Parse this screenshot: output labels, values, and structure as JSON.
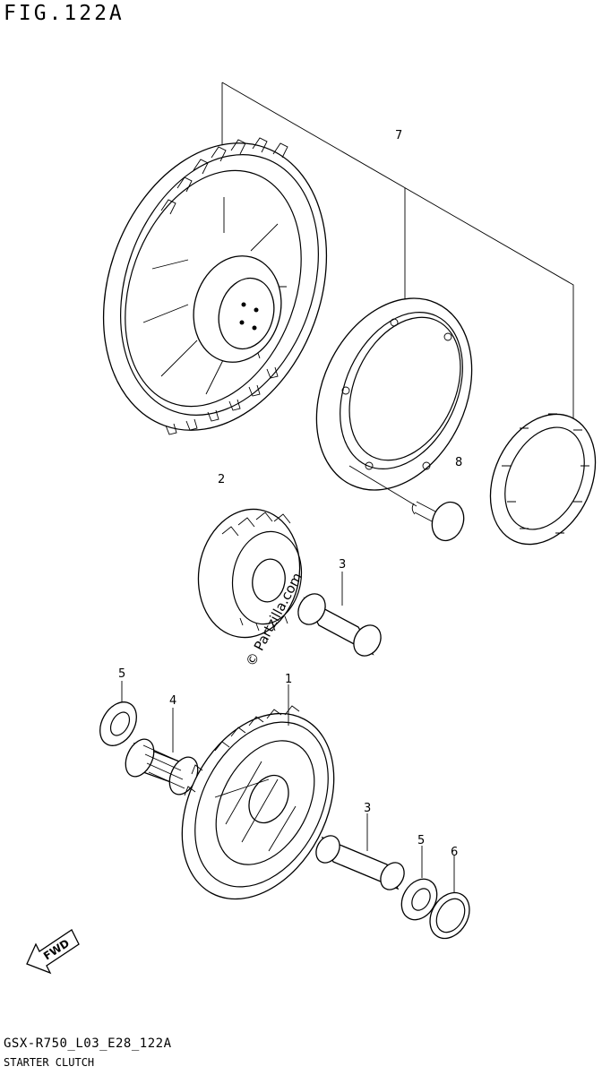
{
  "figure": {
    "title": "FIG.122A",
    "code": "GSX-R750_L03_E28_122A",
    "name": "STARTER CLUTCH",
    "watermark": "© Partzilla.com",
    "fwd_label": "FWD"
  },
  "callouts": [
    {
      "id": "callout-7",
      "label": "7"
    },
    {
      "id": "callout-2",
      "label": "2"
    },
    {
      "id": "callout-8",
      "label": "8"
    },
    {
      "id": "callout-3a",
      "label": "3"
    },
    {
      "id": "callout-5a",
      "label": "5"
    },
    {
      "id": "callout-4",
      "label": "4"
    },
    {
      "id": "callout-1",
      "label": "1"
    },
    {
      "id": "callout-3b",
      "label": "3"
    },
    {
      "id": "callout-5b",
      "label": "5"
    },
    {
      "id": "callout-6",
      "label": "6"
    }
  ]
}
